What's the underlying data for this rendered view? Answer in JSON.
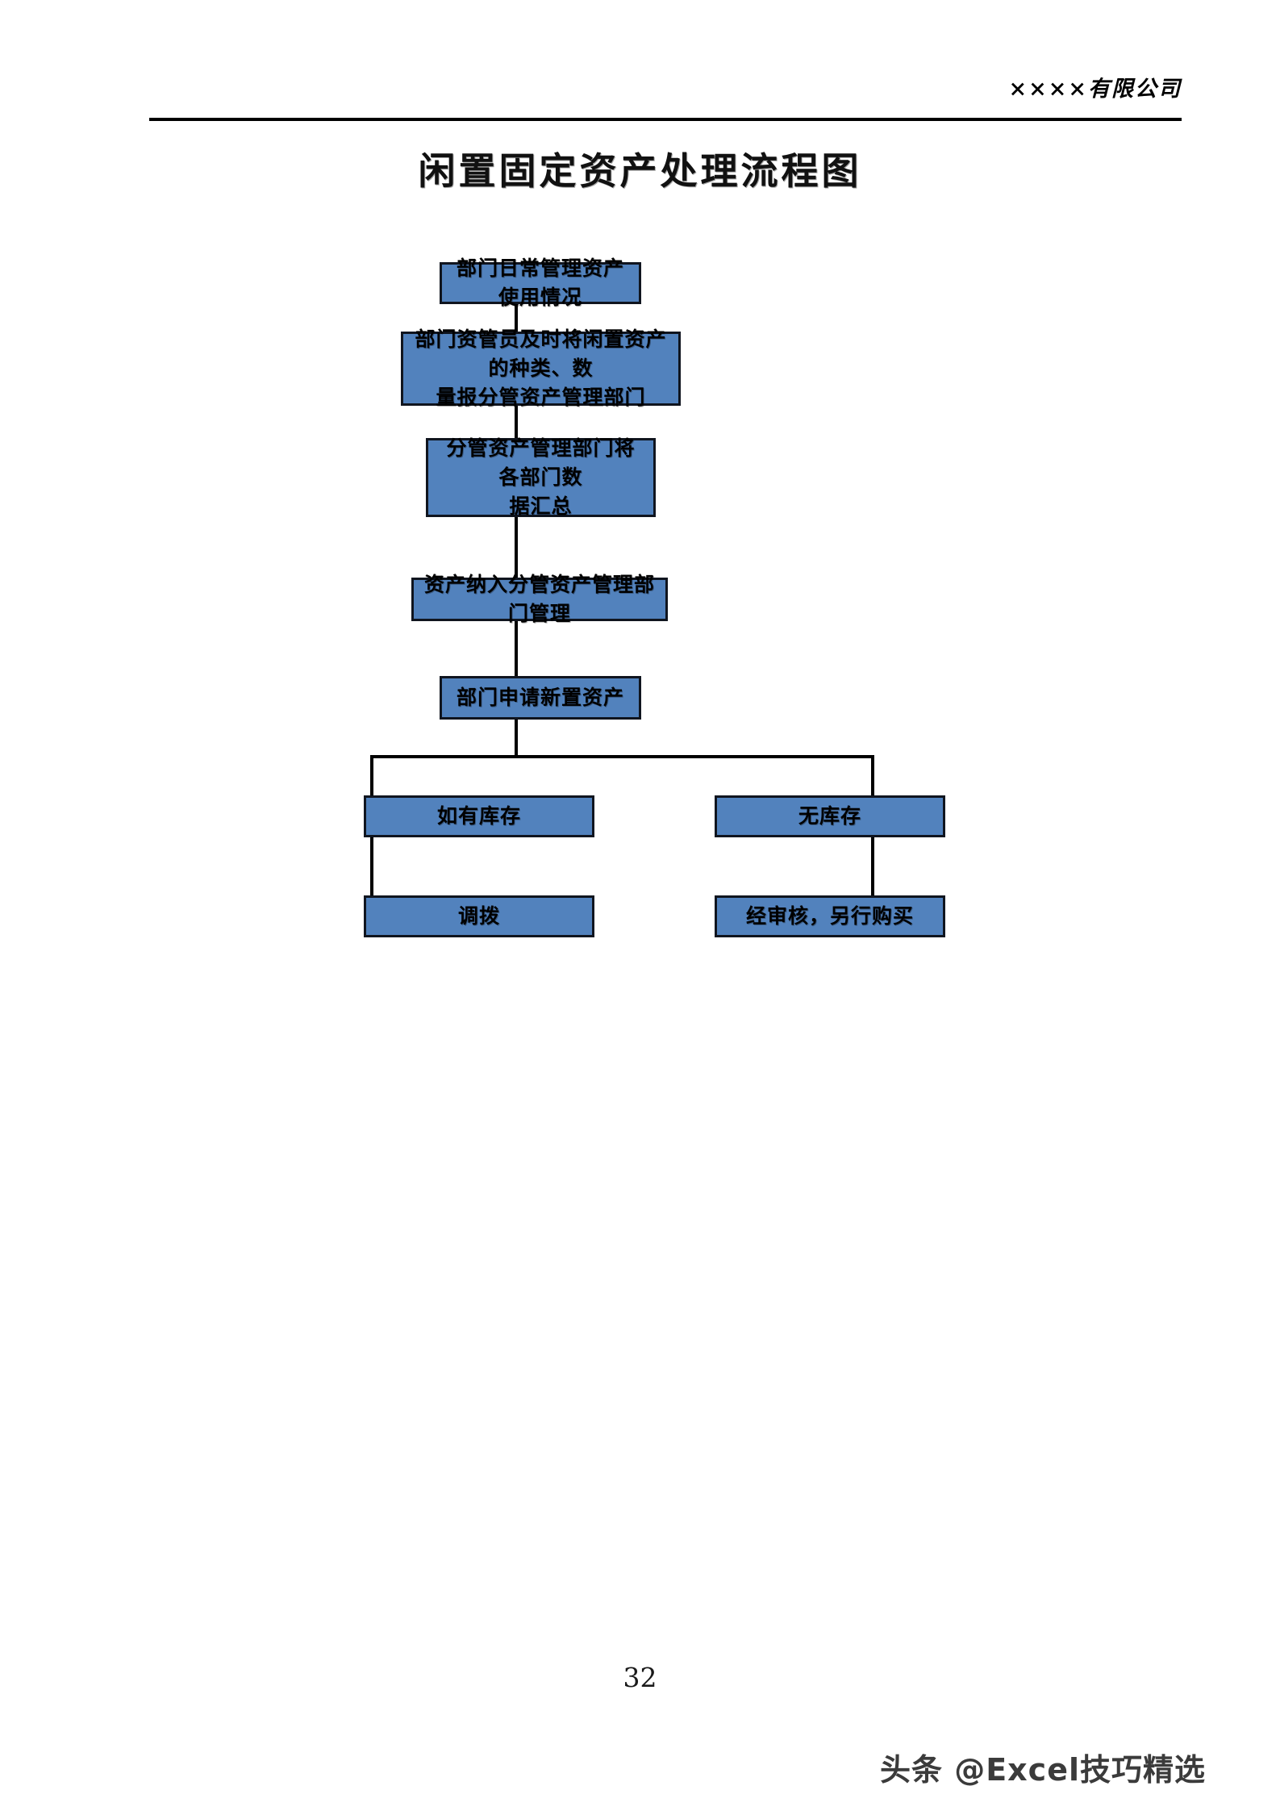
{
  "header": {
    "company": "××××有限公司"
  },
  "title": "闲置固定资产处理流程图",
  "footer": {
    "page_number": "32",
    "watermark": "头条 @Excel技巧精选"
  },
  "colors": {
    "node_fill": "#5282bd",
    "node_border": "#10151f",
    "node_text": "#000000",
    "connector": "#000000",
    "page_background": "#ffffff"
  },
  "chart_data": {
    "type": "diagram",
    "title": "闲置固定资产处理流程图",
    "orientation": "top-down",
    "nodes": [
      {
        "id": "n1",
        "label": "部门日常管理资产使用情况",
        "lines": [
          "部门日常管理资产使用情况"
        ]
      },
      {
        "id": "n2",
        "label": "部门资管员及时将闲置资产的种类、数量报分管资产管理部门",
        "lines": [
          "部门资管员及时将闲置资产的种类、数",
          "量报分管资产管理部门"
        ]
      },
      {
        "id": "n3",
        "label": "分管资产管理部门将各部门数据汇总",
        "lines": [
          "分管资产管理部门将各部门数",
          "据汇总"
        ]
      },
      {
        "id": "n4",
        "label": "资产纳入分管资产管理部门管理",
        "lines": [
          "资产纳入分管资产管理部门管理"
        ]
      },
      {
        "id": "n5",
        "label": "部门申请新置资产",
        "lines": [
          "部门申请新置资产"
        ]
      },
      {
        "id": "n6",
        "label": "如有库存",
        "lines": [
          "如有库存"
        ]
      },
      {
        "id": "n7",
        "label": "无库存",
        "lines": [
          "无库存"
        ]
      },
      {
        "id": "n8",
        "label": "调拨",
        "lines": [
          "调拨"
        ]
      },
      {
        "id": "n9",
        "label": "经审核，另行购买",
        "lines": [
          "经审核，另行购买"
        ]
      }
    ],
    "edges": [
      {
        "from": "n1",
        "to": "n2"
      },
      {
        "from": "n2",
        "to": "n3"
      },
      {
        "from": "n3",
        "to": "n4"
      },
      {
        "from": "n4",
        "to": "n5"
      },
      {
        "from": "n5",
        "to": "n6"
      },
      {
        "from": "n5",
        "to": "n7"
      },
      {
        "from": "n6",
        "to": "n8"
      },
      {
        "from": "n7",
        "to": "n9"
      }
    ]
  }
}
